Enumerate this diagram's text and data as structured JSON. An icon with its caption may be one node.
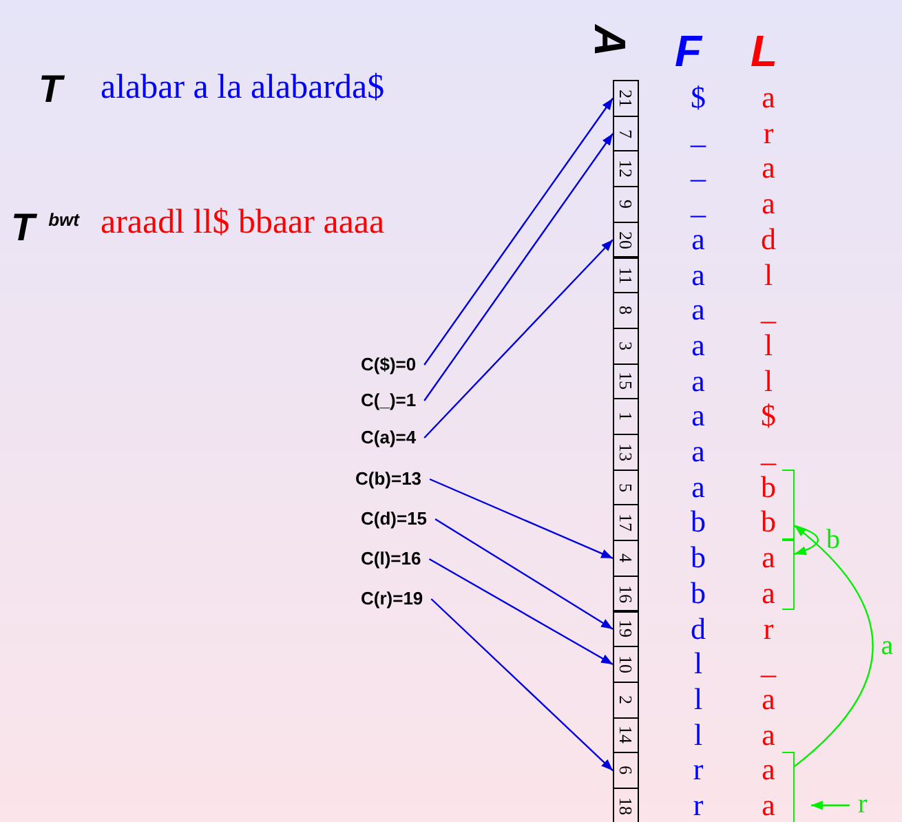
{
  "diagram": {
    "nodes": [
      {
        "text": [
          "C($)=0"
        ]
      },
      {
        "text": [
          "C(_)=1"
        ]
      },
      {
        "text": [
          "C(a)=4"
        ]
      },
      {
        "text": [
          "C(b)=13"
        ]
      },
      {
        "text": [
          "C(d)=15"
        ]
      },
      {
        "text": [
          "C(l)=16"
        ]
      },
      {
        "text": [
          "C(r)=19"
        ]
      },
      {
        "text": [
          "21"
        ]
      },
      {
        "text": [
          "7"
        ]
      },
      {
        "text": [
          "12"
        ]
      },
      {
        "text": [
          "9"
        ]
      },
      {
        "text": [
          "20"
        ]
      },
      {
        "text": [
          "11"
        ]
      },
      {
        "text": [
          "8"
        ]
      },
      {
        "text": [
          "3"
        ]
      },
      {
        "text": [
          "15"
        ]
      },
      {
        "text": [
          "1"
        ]
      },
      {
        "text": [
          "13"
        ]
      },
      {
        "text": [
          "5"
        ]
      },
      {
        "text": [
          "17"
        ]
      },
      {
        "text": [
          "4"
        ]
      },
      {
        "text": [
          "16"
        ]
      },
      {
        "text": [
          "19"
        ]
      },
      {
        "text": [
          "10"
        ]
      },
      {
        "text": [
          "2"
        ]
      },
      {
        "text": [
          "14"
        ]
      },
      {
        "text": [
          "6"
        ]
      },
      {
        "text": [
          "18"
        ]
      },
      {
        "text": [],
        "shape": "bracket"
      },
      {
        "text": [],
        "shape": "bracket"
      },
      {
        "text": [],
        "shape": "bracket"
      }
    ],
    "edges": [
      {
        "from": 0,
        "to": 7,
        "arrow": "to"
      },
      {
        "from": 1,
        "to": 8,
        "arrow": "to"
      },
      {
        "from": 2,
        "to": 11,
        "arrow": "to"
      },
      {
        "from": 3,
        "to": 20,
        "arrow": "to"
      },
      {
        "from": 4,
        "to": 22,
        "arrow": "to"
      },
      {
        "from": 5,
        "to": 23,
        "arrow": "to"
      },
      {
        "from": 6,
        "to": 26,
        "arrow": "to"
      },
      {
        "from": 28,
        "to": 29,
        "arrow": "to",
        "label": "b",
        "color": "#00ee00"
      },
      {
        "from": 30,
        "to": 28,
        "arrow": "to",
        "label": "a",
        "color": "#00ee00"
      },
      {
        "from": null,
        "to": 30,
        "arrow": "to",
        "label": "r",
        "color": "#00ee00"
      }
    ],
    "labels": [
      "A",
      "F",
      "L",
      "T",
      "alabar a la alabarda$",
      "T$^{bwt}$",
      "araadl ll$ bbaar aaaa",
      "$",
      "a",
      "_",
      "r",
      "_",
      "a",
      "_",
      "a",
      "a",
      "d",
      "a",
      "l",
      "a",
      "_",
      "a",
      "l",
      "a",
      "l",
      "a",
      "$",
      "a",
      "_",
      "a",
      "b",
      "b",
      "b",
      "b",
      "a",
      "b",
      "a",
      "d",
      "r",
      "l",
      "_",
      "l",
      "a",
      "l",
      "a",
      "r",
      "a",
      "r",
      "a"
    ]
  }
}
